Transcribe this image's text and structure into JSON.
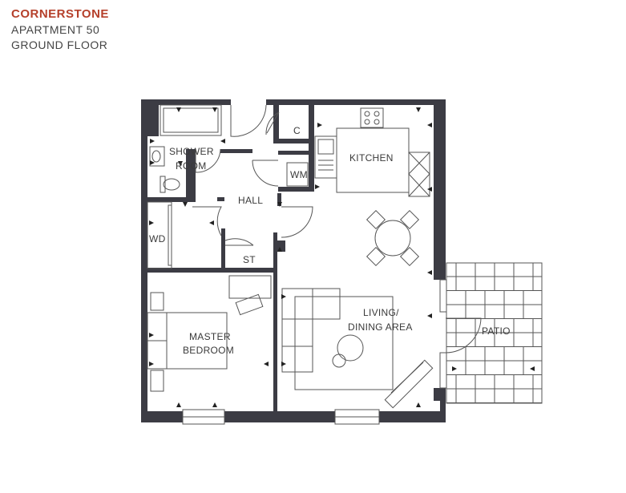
{
  "header": {
    "development": "CORNERSTONE",
    "apartment": "APARTMENT 50",
    "floor": "GROUND FLOOR"
  },
  "rooms": {
    "shower_room": [
      "SHOWER",
      "ROOM"
    ],
    "cupboard": "C",
    "kitchen": "KITCHEN",
    "washing_machine": "WM",
    "hall": "HALL",
    "wardrobe": "WD",
    "store": "ST",
    "living": [
      "LIVING/",
      "DINING AREA"
    ],
    "patio": "PATIO",
    "master_bedroom": [
      "MASTER",
      "BEDROOM"
    ]
  },
  "colors": {
    "wall": "#3c3c44",
    "brand": "#b5402b",
    "text": "#3a3a3a"
  }
}
